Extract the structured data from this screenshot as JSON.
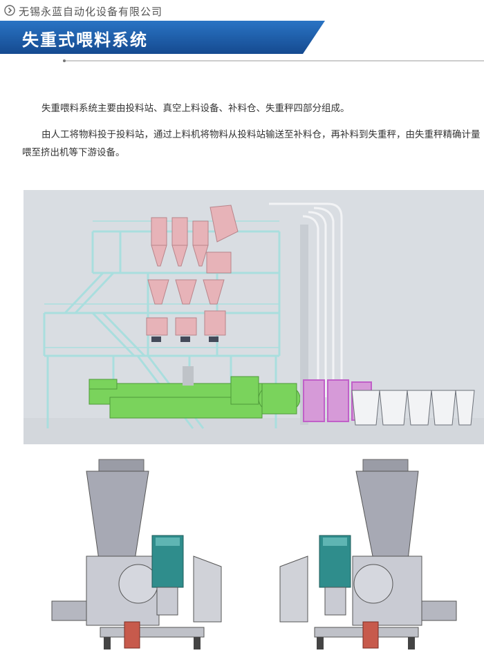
{
  "header": {
    "company": "无锡永蓝自动化设备有限公司",
    "title": "失重式喂料系统"
  },
  "body": {
    "paragraphs": [
      "失重喂料系统主要由投料站、真空上料设备、补料仓、失重秤四部分组成。",
      "由人工将物料投于投料站，通过上料机将物料从投料站输送至补料仓，再补料到失重秤，由失重秤精确计量喂至挤出机等下游设备。"
    ]
  },
  "colors": {
    "brand_blue": "#1f5fae",
    "structure_cyan": "#a9dede",
    "extruder_green": "#7ad35c",
    "hopper_pink": "#e7b3b8",
    "feeder_magenta": "#c060c8",
    "motor_teal": "#2f8d8c",
    "machine_gray": "#a7a9b4",
    "base_red": "#c75a4c"
  },
  "icons": [
    "chevron-circle-icon"
  ]
}
